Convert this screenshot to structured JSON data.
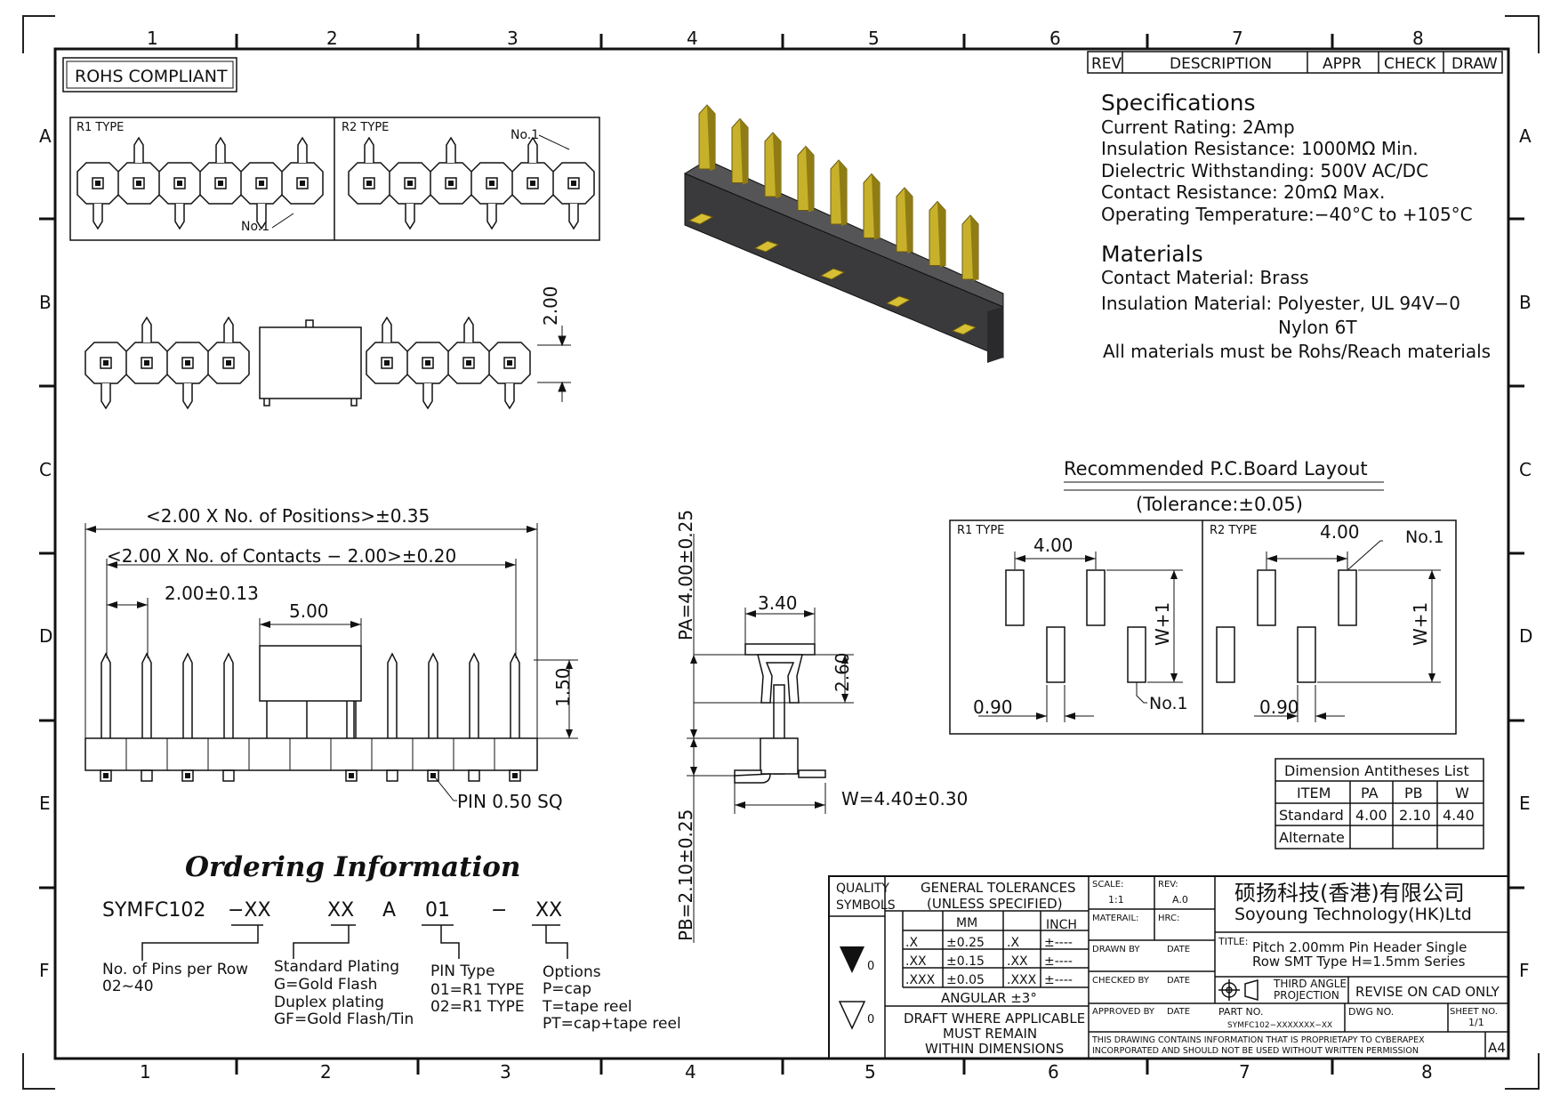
{
  "frame": {
    "cols": [
      "1",
      "2",
      "3",
      "4",
      "5",
      "6",
      "7",
      "8"
    ],
    "rows": [
      "A",
      "B",
      "C",
      "D",
      "E",
      "F"
    ],
    "bottom_cols": [
      "1",
      "2",
      "3",
      "4",
      "5",
      "6",
      "7",
      "8"
    ]
  },
  "rohs": "ROHS COMPLIANT",
  "rev_table": {
    "rev": "REV",
    "description": "DESCRIPTION",
    "appr": "APPR",
    "check": "CHECK",
    "draw": "DRAW"
  },
  "type_views": {
    "r1": "R1 TYPE",
    "r2": "R2 TYPE",
    "no1": "No.1"
  },
  "specs": {
    "title": "Specifications",
    "lines": [
      "Current Rating:   2Amp",
      "Insulation Resistance: 1000MΩ Min.",
      "Dielectric Withstanding:   500V AC/DC",
      "Contact Resistance:   20mΩ Max.",
      "Operating Temperature:−40°C to +105°C"
    ]
  },
  "materials": {
    "title": "Materials",
    "lines": [
      "Contact Material: Brass",
      "Insulation Material: Polyester, UL 94V−0",
      "Nylon 6T",
      "All materials must be Rohs/Reach materials"
    ]
  },
  "dims": {
    "top_height": "2.00",
    "positions": "<2.00 X No. of Positions>±0.35",
    "contacts": "<2.00 X No. of Contacts − 2.00>±0.20",
    "pitch": "2.00±0.13",
    "cap": "5.00",
    "h150": "1.50",
    "pin": "PIN 0.50 SQ",
    "pa": "PA=4.00±0.25",
    "pb": "PB=2.10±0.25",
    "w340": "3.40",
    "h260": "2.60",
    "w": "W=4.40±0.30"
  },
  "pcb": {
    "title": "Recommended P.C.Board Layout",
    "tolerance": "(Tolerance:±0.05)",
    "r1": "R1 TYPE",
    "r2": "R2 TYPE",
    "pitch": "4.00",
    "w1": "W+1",
    "pad": "0.90",
    "no1": "No.1"
  },
  "dim_table": {
    "title": "Dimension Antitheses List",
    "headers": [
      "ITEM",
      "PA",
      "PB",
      "W"
    ],
    "rows": [
      [
        "Standard",
        "4.00",
        "2.10",
        "4.40"
      ],
      [
        "Alternate",
        "",
        "",
        ""
      ]
    ]
  },
  "ordering": {
    "title": "Ordering Information",
    "code": [
      "SYMFC102",
      "−XX",
      "XX",
      "A",
      "01",
      "−",
      "XX"
    ],
    "pins_label": [
      "No. of Pins per Row",
      "02~40"
    ],
    "plating": [
      "Standard Plating",
      "G=Gold Flash",
      "Duplex plating",
      "GF=Gold Flash/Tin"
    ],
    "pin_type": [
      "PIN Type",
      "01=R1 TYPE",
      "02=R1 TYPE"
    ],
    "options": [
      "Options",
      "P=cap",
      "T=tape reel",
      "PT=cap+tape reel"
    ]
  },
  "title_block": {
    "quality": [
      "QUALITY",
      "SYMBOLS"
    ],
    "gen_tol": [
      "GENERAL TOLERANCES",
      "(UNLESS SPECIFIED)"
    ],
    "mm": "MM",
    "inch": "INCH",
    "tol_rows": [
      [
        ".X",
        "±0.25",
        ".X",
        "±----"
      ],
      [
        ".XX",
        "±0.15",
        ".XX",
        "±----"
      ],
      [
        ".XXX",
        "±0.05",
        ".XXX",
        "±----"
      ]
    ],
    "angular": "ANGULAR ±3°",
    "draft": [
      "DRAFT WHERE APPLICABLE",
      "MUST REMAIN",
      "WITHIN DIMENSIONS"
    ],
    "sym_label": "0",
    "scale_label": "SCALE:",
    "scale": "1:1",
    "rev_label": "REV:",
    "rev": "A.0",
    "material": "MATERAIL:",
    "hrc": "HRC:",
    "drawn": "DRAWN BY",
    "checked": "CHECKED BY",
    "approved": "APPROVED BY",
    "date": "DATE",
    "company_cn": "硕扬科技(香港)有限公司",
    "company_en": "Soyoung Technology(HK)Ltd",
    "title_label": "TITLE:",
    "title_lines": [
      "Pitch 2.00mm Pin Header Single",
      "Row SMT Type H=1.5mm Series"
    ],
    "projection": [
      "THIRD ANGLE",
      "PROJECTION"
    ],
    "revise": "REVISE ON CAD ONLY",
    "part_label": "PART NO.",
    "part_no": "SYMFC102−XXXXXXX−XX",
    "dwg": "DWG NO.",
    "sheet_label": "SHEET NO.",
    "sheet": "1/1",
    "notice": [
      "THIS DRAWING CONTAINS INFORMATION THAT IS PROPRIETAPY TO CYBERAPEX",
      "INCORPORATED AND SHOULD NOT BE USED WITHOUT WRITTEN PERMISSION"
    ],
    "size": "A4"
  }
}
